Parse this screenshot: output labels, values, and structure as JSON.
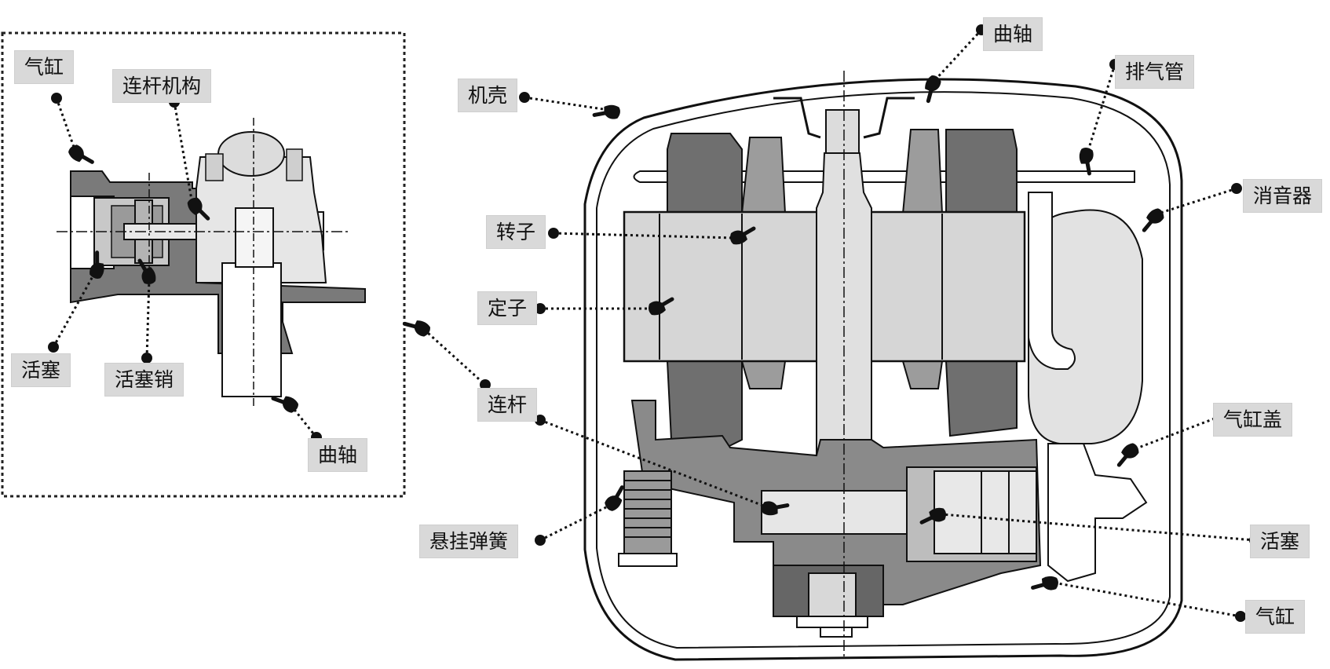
{
  "diagram": {
    "inset": {
      "labels": {
        "cylinder": "气缸",
        "linkage_mechanism": "连杆机构",
        "piston": "活塞",
        "piston_pin": "活塞销",
        "crankshaft": "曲轴"
      }
    },
    "main": {
      "labels": {
        "shell": "机壳",
        "crankshaft": "曲轴",
        "exhaust_pipe": "排气管",
        "muffler": "消音器",
        "rotor": "转子",
        "stator": "定子",
        "connecting_rod": "连杆",
        "suspension_spring": "悬挂弹簧",
        "cylinder_head": "气缸盖",
        "piston": "活塞",
        "cylinder": "气缸"
      }
    }
  }
}
